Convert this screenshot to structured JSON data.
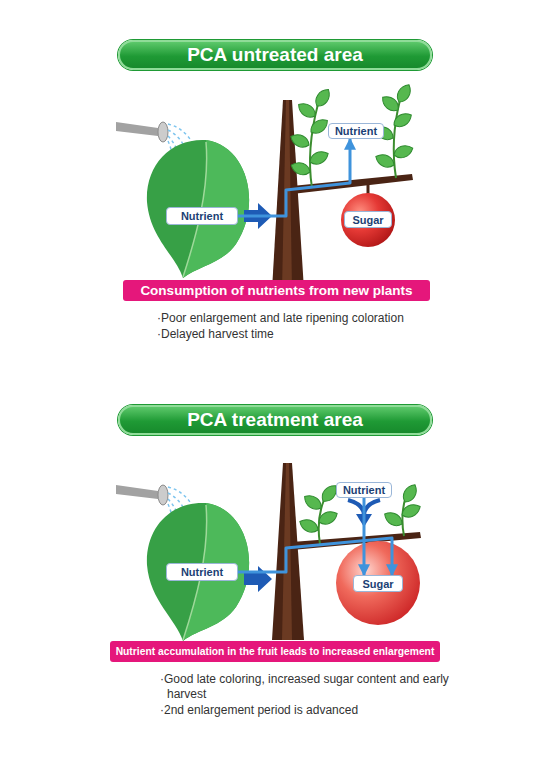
{
  "diagram": {
    "nodes": [
      {
        "text": [
          "PCA untreated area"
        ]
      },
      {
        "text": [
          "Nutrient"
        ]
      },
      {
        "text": [
          "Nutrient"
        ]
      },
      {
        "text": [
          "Sugar"
        ]
      },
      {
        "text": [
          "Consumption of nutrients from new plants"
        ]
      },
      {
        "text": [
          "PCA treatment area"
        ]
      },
      {
        "text": [
          "Nutrient"
        ]
      },
      {
        "text": [
          "Nutrient"
        ]
      },
      {
        "text": [
          "Sugar"
        ]
      },
      {
        "text": [
          "Nutrient accumulation in the fruit leads to increased enlargement"
        ]
      }
    ],
    "edges": [
      {
        "from": 1,
        "to": 2,
        "arrow": "to"
      },
      {
        "from": 6,
        "to": 8,
        "arrow": "to"
      },
      {
        "from": 7,
        "to": 8,
        "arrow": "to"
      }
    ],
    "labels": [
      "·Poor enlargement and late ripening coloration",
      "·Delayed harvest time",
      "·Good late coloring, increased sugar content and early harvest",
      "·2nd enlargement period is advanced"
    ]
  }
}
